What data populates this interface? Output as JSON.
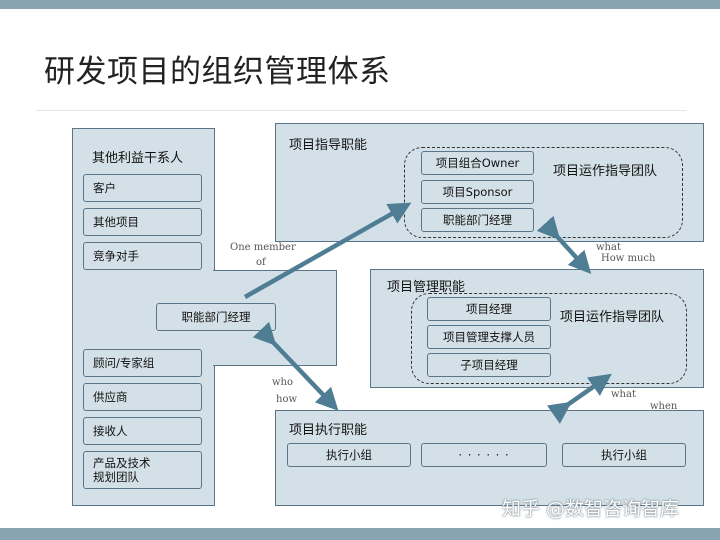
{
  "title": "研发项目的组织管理体系",
  "stakeholders": {
    "title": "其他利益干系人",
    "items_top": [
      "客户",
      "其他项目",
      "竞争对手"
    ],
    "items_bottom": [
      "顾问/专家组",
      "供应商",
      "接收人",
      "产品及技术\n规划团队"
    ],
    "functional_manager": "职能部门经理"
  },
  "guidance": {
    "title": "项目指导职能",
    "members": [
      "项目组合Owner",
      "项目Sponsor",
      "职能部门经理"
    ],
    "team_label": "项目运作指导团队"
  },
  "management": {
    "title": "项目管理职能",
    "members": [
      "项目经理",
      "项目管理支撑人员",
      "子项目经理"
    ],
    "team_label": "项目运作指导团队"
  },
  "execution": {
    "title": "项目执行职能",
    "groups": [
      "执行小组",
      "· · · · · ·",
      "执行小组"
    ]
  },
  "annotations": {
    "one_member": "One member",
    "of": "of",
    "what1": "what",
    "how_much": "How much",
    "who": "who",
    "how": "how",
    "what2": "what",
    "when": "when"
  },
  "watermark": "知乎 @数智咨询智库",
  "colors": {
    "panel_fill": "#d4e0e7",
    "panel_border": "#5a7588",
    "arrow": "#4f7d94",
    "bars": "#8aa3b0"
  }
}
